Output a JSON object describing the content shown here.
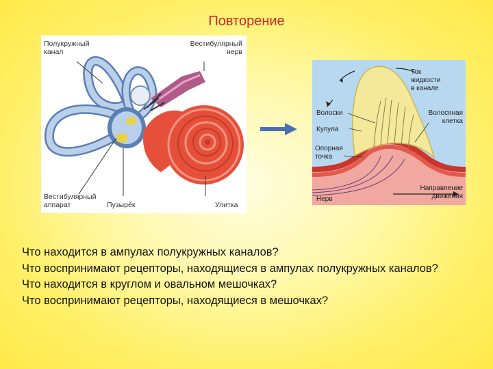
{
  "slide": {
    "title": "Повторение"
  },
  "left_diagram": {
    "labels": {
      "semicircular_canal": "Полукружный\nканал",
      "vestibular_nerve": "Вестибулярный\nнерв",
      "vestibular_apparatus": "Вестибулярный\nаппарат",
      "vesicle": "Пузырёк",
      "cochlea": "Улитка"
    }
  },
  "right_diagram": {
    "labels": {
      "fluid_flow": "Ток\nжидкости\nв канале",
      "hairs": "Волоски",
      "cupula": "Купула",
      "hair_cell": "Волосяная\nклетка",
      "support_point": "Опорная\nточка",
      "nerve": "Нерв",
      "movement_direction": "Направление\nдвижения"
    }
  },
  "questions": [
    "Что находится в ампулах полукружных каналов?",
    "Что воспринимают рецепторы, находящиеся в ампулах полукружных каналов?",
    "Что находится в круглом и овальном мешочках?",
    "Что воспринимают рецепторы, находящиеся в мешочках?"
  ]
}
